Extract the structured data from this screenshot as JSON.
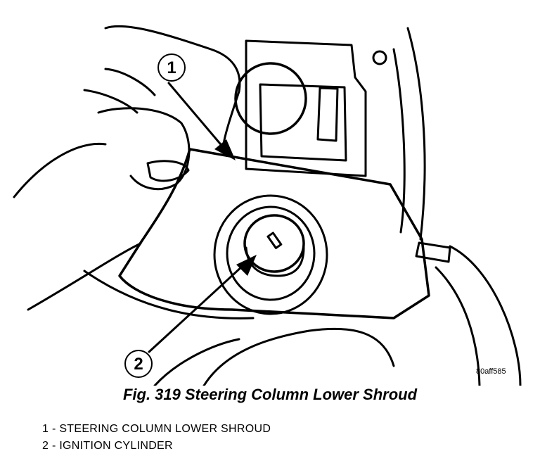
{
  "figure": {
    "callouts": [
      {
        "number": "1"
      },
      {
        "number": "2"
      }
    ],
    "reference_code": "80aff585"
  },
  "caption": "Fig. 319 Steering Column Lower Shroud",
  "legend": [
    "1 - STEERING COLUMN LOWER SHROUD",
    "2 - IGNITION CYLINDER"
  ]
}
